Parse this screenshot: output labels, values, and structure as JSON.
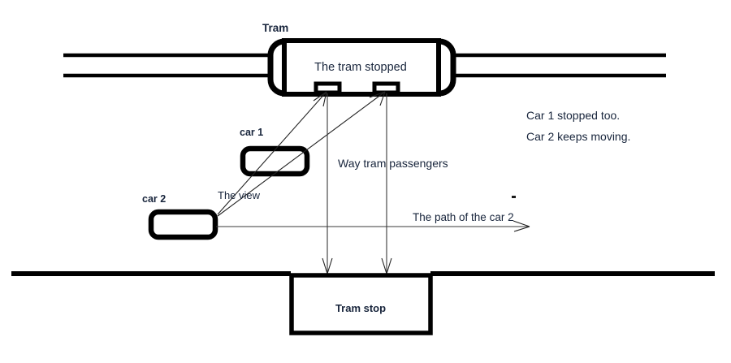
{
  "diagram": {
    "title_label": "Tram",
    "tram_text": "The tram stopped",
    "car1_label": "car 1",
    "car2_label": "car 2",
    "view_label": "The view",
    "passengers_label": "Way tram passengers",
    "car2_path_label": "The path of the car 2",
    "tram_stop_label": "Tram stop",
    "note_line1": "Car 1 stopped too.",
    "note_line2": "Car 2 keeps moving.",
    "colors": {
      "stroke": "#000000",
      "text": "#17243b",
      "thin_stroke": "#3a3a3a",
      "background": "#ffffff"
    }
  }
}
